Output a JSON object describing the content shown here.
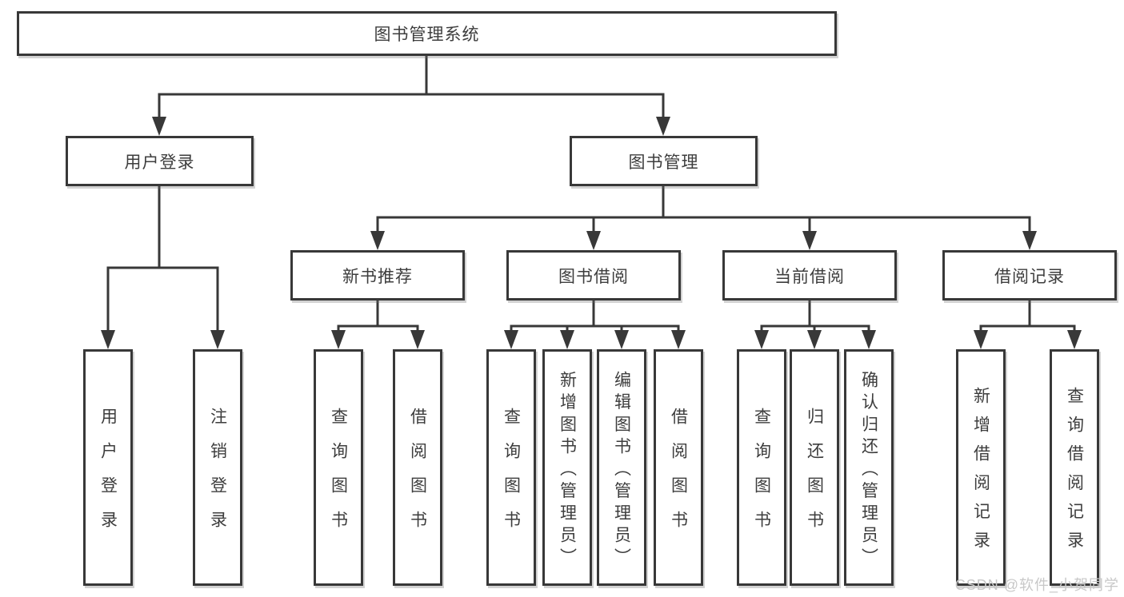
{
  "diagram": {
    "root": "图书管理系统",
    "level2": {
      "user_login": "用户登录",
      "book_management": "图书管理"
    },
    "level3": {
      "new_book": "新书推荐",
      "book_borrow": "图书借阅",
      "current_borrow": "当前借阅",
      "borrow_record": "借阅记录"
    },
    "leaves": {
      "user_login": [
        "用户登录",
        "注销登录"
      ],
      "new_book": [
        "查询图书",
        "借阅图书"
      ],
      "book_borrow": [
        "查询图书",
        "新增图书（管理员）",
        "编辑图书（管理员）",
        "借阅图书"
      ],
      "current_borrow": [
        "查询图书",
        "归还图书",
        "确认归还（管理员）"
      ],
      "borrow_record": [
        "新增借阅记录",
        "查询借阅记录"
      ]
    }
  },
  "watermark": "CSDN @软件_小贺同学",
  "colors": {
    "line": "#383838",
    "box_border": "#383838",
    "box_fill": "#ffffff",
    "text": "#3d3d3d",
    "watermark": "#c8c8c8",
    "background": "#ffffff"
  }
}
